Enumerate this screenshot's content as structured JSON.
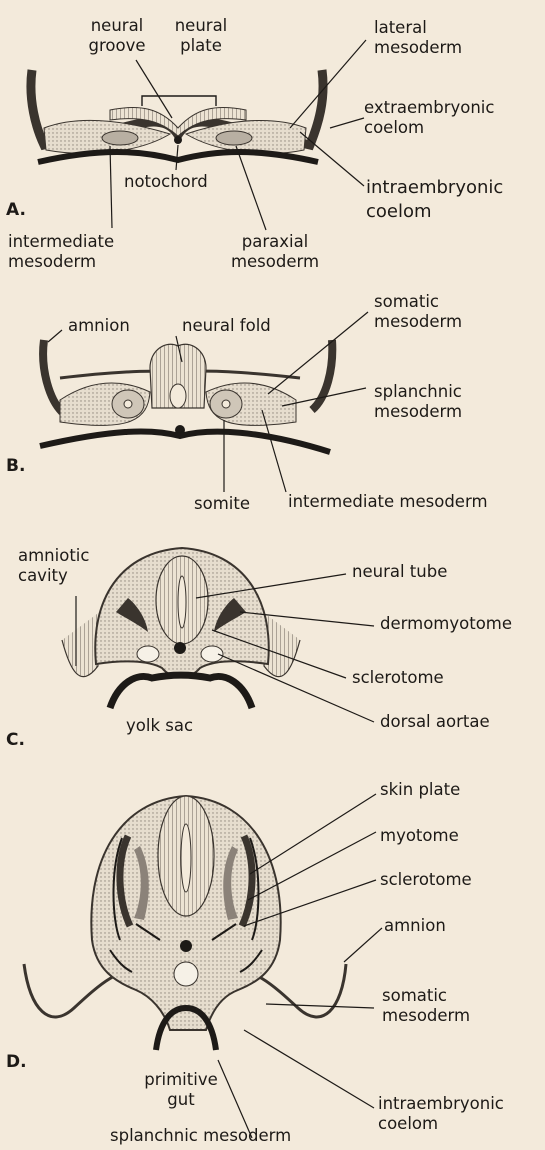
{
  "figure": {
    "panels": [
      "A.",
      "B.",
      "C.",
      "D."
    ],
    "panel_a": {
      "neural_groove": "neural\ngroove",
      "neural_plate": "neural\nplate",
      "lateral_mesoderm": "lateral\nmesoderm",
      "extraembryonic_coelom": "extraembryonic\ncoelom",
      "notochord": "notochord",
      "intraembryonic_coelom": "intraembryonic\ncoelom",
      "intermediate_mesoderm": "intermediate\nmesoderm",
      "paraxial_mesoderm": "paraxial\nmesoderm"
    },
    "panel_b": {
      "amnion": "amnion",
      "neural_fold": "neural fold",
      "somatic_mesoderm": "somatic\nmesoderm",
      "splanchnic_mesoderm": "splanchnic\nmesoderm",
      "somite": "somite",
      "intermediate_mesoderm": "intermediate mesoderm"
    },
    "panel_c": {
      "amniotic_cavity": "amniotic\ncavity",
      "neural_tube": "neural tube",
      "dermomyotome": "dermomyotome",
      "sclerotome": "sclerotome",
      "yolk_sac": "yolk sac",
      "dorsal_aortae": "dorsal aortae"
    },
    "panel_d": {
      "skin_plate": "skin plate",
      "myotome": "myotome",
      "sclerotome": "sclerotome",
      "amnion": "amnion",
      "somatic_mesoderm": "somatic\nmesoderm",
      "primitive_gut": "primitive\ngut",
      "intraembryonic_coelom": "intraembryonic\ncoelom",
      "splanchnic_mesoderm": "splanchnic mesoderm"
    }
  }
}
